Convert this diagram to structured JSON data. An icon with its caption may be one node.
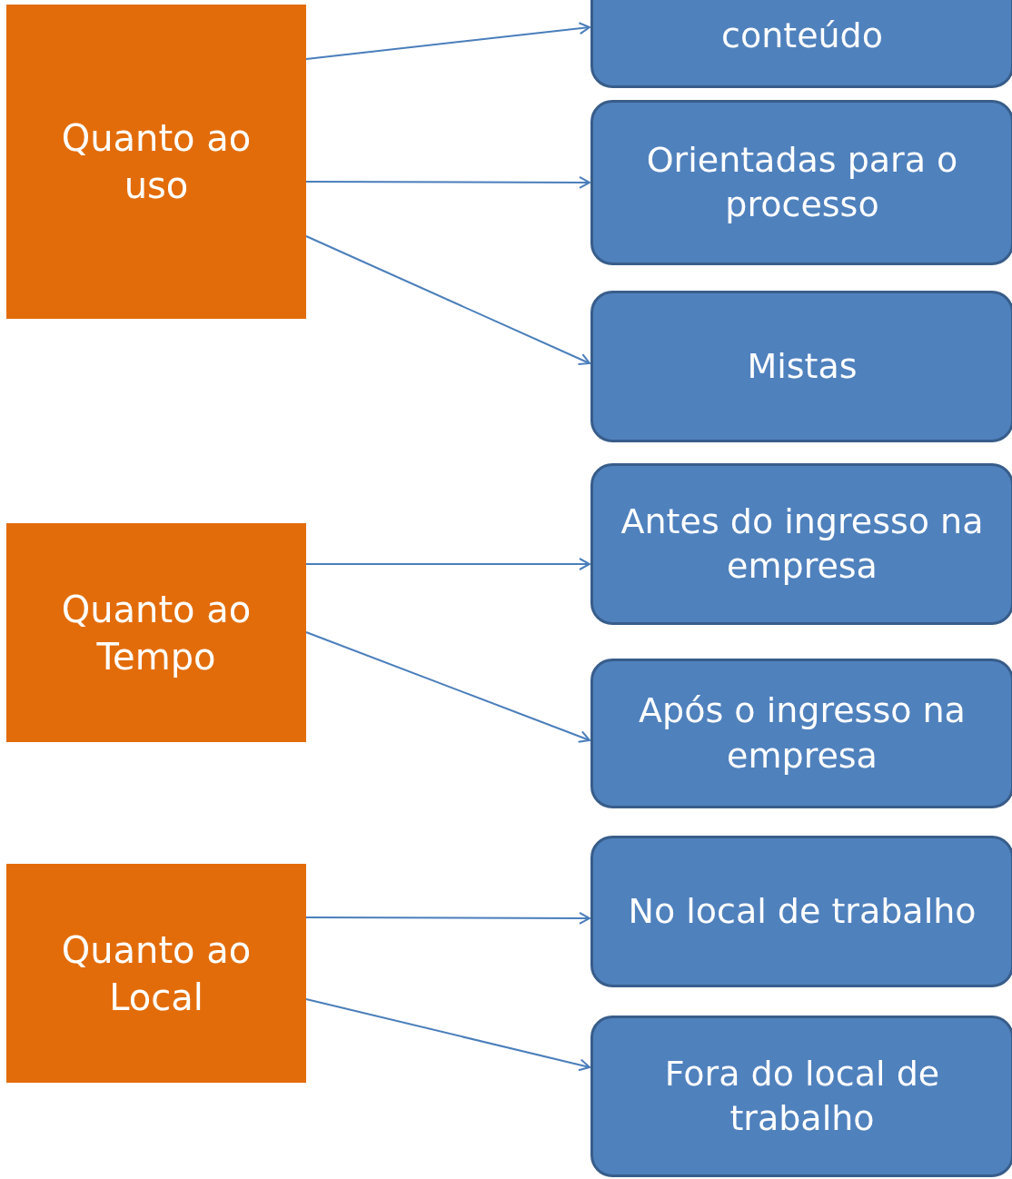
{
  "diagram": {
    "nodes": [
      {
        "text": [
          "Quanto ao uso"
        ]
      },
      {
        "text": [
          "conteúdo"
        ]
      },
      {
        "text": [
          "Orientadas para o processo"
        ]
      },
      {
        "text": [
          "Mistas"
        ]
      },
      {
        "text": [
          "Quanto ao Tempo"
        ]
      },
      {
        "text": [
          "Antes do ingresso na empresa"
        ]
      },
      {
        "text": [
          "Após o ingresso na empresa"
        ]
      },
      {
        "text": [
          "Quanto ao Local"
        ]
      },
      {
        "text": [
          "No local de trabalho"
        ]
      },
      {
        "text": [
          "Fora do local de trabalho"
        ]
      }
    ],
    "edges": [
      {
        "from": 0,
        "to": 1,
        "arrow": "to"
      },
      {
        "from": 0,
        "to": 2,
        "arrow": "to"
      },
      {
        "from": 0,
        "to": 3,
        "arrow": "to"
      },
      {
        "from": 4,
        "to": 5,
        "arrow": "to"
      },
      {
        "from": 4,
        "to": 6,
        "arrow": "to"
      },
      {
        "from": 7,
        "to": 8,
        "arrow": "to"
      },
      {
        "from": 7,
        "to": 9,
        "arrow": "to"
      }
    ]
  }
}
